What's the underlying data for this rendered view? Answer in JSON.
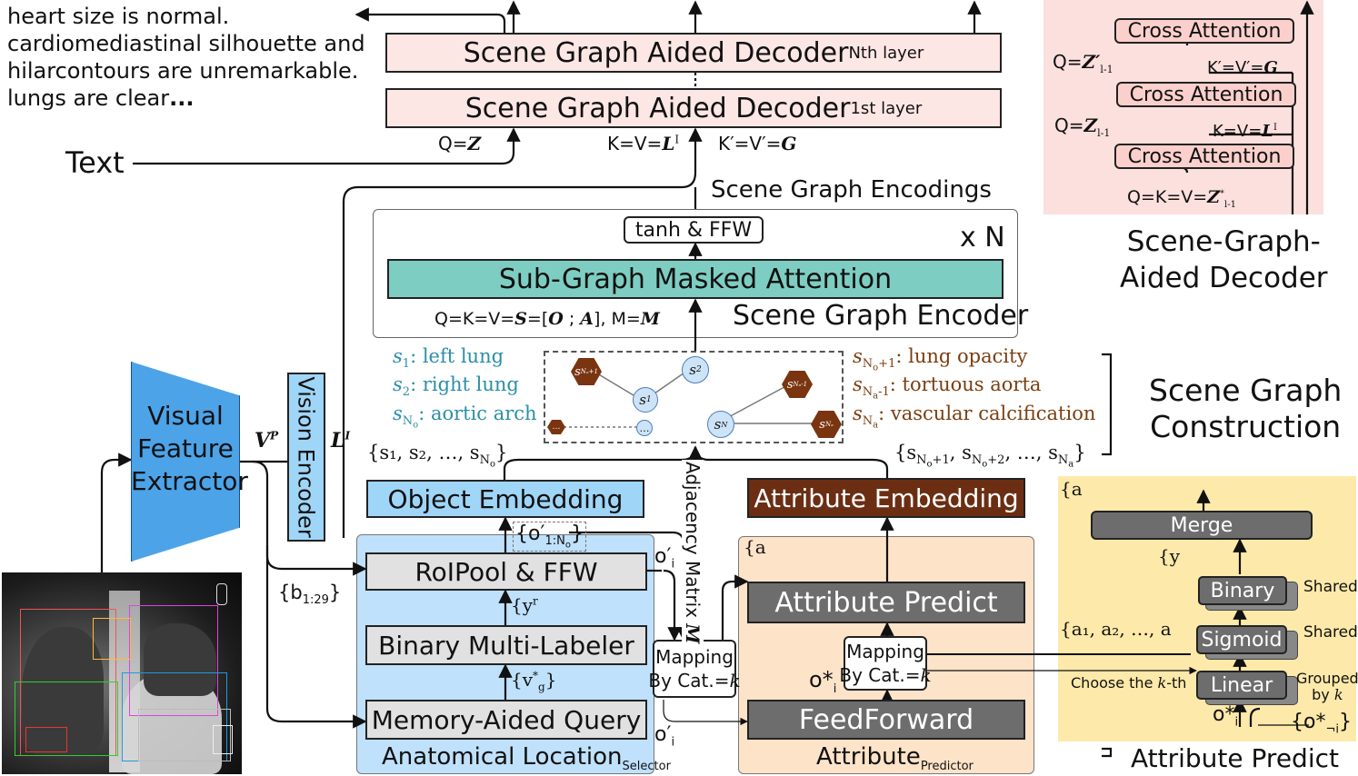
{
  "colors": {
    "decoder_fill": "#fde7e5",
    "encoder_teal": "#7ecdc2",
    "blue_box": "#9fd5f7",
    "blue_panel": "#bfe1fb",
    "attr_panel": "#fde3c8",
    "attr_embed": "#6b2e13",
    "gray_box": "#6d6d6d",
    "light_gray_box": "#e1e1e1",
    "yellow_panel": "#fde9a9",
    "node_blue": "#cde3f7",
    "node_brown": "#7a3410",
    "teal_text": "#2b8fa7",
    "brown_text": "#7a3e10",
    "extractor_blue": "#4ca3e8"
  },
  "report_text": {
    "line1": "heart size is normal.",
    "line2": "cardiomediastinal silhouette and",
    "line3": "hilarcontours are unremarkable.",
    "line4": "lungs are clear",
    "ellipsis": "..."
  },
  "text_label": "Text",
  "decoder": {
    "top_main": "Scene Graph Aided Decoder",
    "top_sub": "Nth layer",
    "bottom_main": "Scene Graph Aided Decoder",
    "bottom_sub": "1st layer",
    "q_label": "Q=",
    "q_sym": "Z",
    "kv_label": "K=V=",
    "kv_sym": "L",
    "kv_sup": "I",
    "kv2_label": "K′=V′=",
    "kv2_sym": "G",
    "encodings_label": "Scene Graph Encodings"
  },
  "encoder": {
    "tanh_label": "tanh & FFW",
    "times_n": "x N",
    "masked_attention": "Sub-Graph Masked Attention",
    "formula_prefix": "Q=K=V=",
    "formula_s": "S",
    "formula_mid": "=[",
    "formula_o": "O",
    "formula_sep": " ; ",
    "formula_a": "A",
    "formula_end": "], M=",
    "formula_m": "M",
    "title": "Scene Graph Encoder"
  },
  "legend_left": [
    {
      "sym": "s",
      "sub": "1",
      "text": ": left lung"
    },
    {
      "sym": "s",
      "sub": "2",
      "text": ": right lung"
    },
    {
      "sym": "s",
      "sub": "N",
      "subsub": "o",
      "text": ": aortic arch"
    }
  ],
  "legend_right": [
    {
      "sym": "s",
      "sub": "N",
      "subsub": "o",
      "sub2": "+1",
      "text": ": lung opacity"
    },
    {
      "sym": "s",
      "sub": "N",
      "subsub": "a",
      "sub2": "-1",
      "text": ": tortuous aorta"
    },
    {
      "sym": "s",
      "sub": "N",
      "subsub": "a",
      "sub2": "",
      "text": ": vascular calcification"
    }
  ],
  "graph_nodes": {
    "s2": "s",
    "s2_sub": "2",
    "s1": "s",
    "s1_sub": "1",
    "dots": "…",
    "sno": "s",
    "sno_sub": "N",
    "hex_a": "s",
    "hex_a_sub": "Nₒ+1",
    "hex_b": "s",
    "hex_b_sub": "Nₐ-1",
    "hex_c": "s",
    "hex_c_sub": "Nₐ",
    "hex_d": "…"
  },
  "set_left": "{s₁, s₂, …, s",
  "set_left_sub": "N",
  "set_left_subsub": "o",
  "set_left_end": "}",
  "set_right": "{s",
  "set_right_a_sub": "N",
  "set_right_a_subsub": "o",
  "set_right_a_end": "+1",
  "set_right_mid": ", s",
  "set_right_b_end": "+2",
  "set_right_tail": ", …, s",
  "set_right_c_subsub": "a",
  "set_right_close": "}",
  "scene_graph_construction": [
    "Scene Graph",
    "Construction"
  ],
  "visual_extractor": [
    "Visual",
    "Feature",
    "Extractor"
  ],
  "vp_label": "V",
  "vp_sup": "P",
  "li_label": "L",
  "li_sup": "I",
  "vision_encoder": "Vision Encoder",
  "b_label": "{b",
  "b_sub": "1:29",
  "b_end": "}",
  "object_embedding": "Object Embedding",
  "o_set": "{o′",
  "o_set_sub": "1:N",
  "o_set_subsub": "o",
  "o_set_end": "}",
  "roipool": "RoIPool & FFW",
  "y_set": "{y",
  "y_set_sup": "r",
  "binary_multi": "Binary Multi-Labeler",
  "v_set": "{v",
  "v_set_sup": "*",
  "v_set_sub": "g",
  "v_set_end": "}",
  "memory_query": "Memory-Aided Query",
  "anatomical": "Anatomical Location",
  "anatomical_sub": "Selector",
  "o_prime_i": "o′",
  "o_prime_i_sub": "i",
  "mapping_line1": "Mapping",
  "mapping_line2": "By Cat.=",
  "mapping_k": "k",
  "adjacency": "Adjacency Matrix",
  "adjacency_m": "M",
  "attribute_embedding": "Attribute Embedding",
  "a_set": "{a",
  "attribute_predict_box": "Attribute Predict",
  "o_star": "o*",
  "o_star_sub": "i",
  "feedforward": "FeedForward",
  "attribute_predictor": "Attribute",
  "attribute_predictor_sub": "Predictor",
  "right_panel": {
    "a_top": "{a",
    "merge": "Merge",
    "y_set": "{y",
    "binary": "Binary",
    "shared1": "Shared",
    "a_set": "{a₁, a₂, …, a",
    "sigmoid": "Sigmoid",
    "shared2": "Shared",
    "choose": "Choose the",
    "choose_k": "k",
    "choose_end": "-th",
    "linear": "Linear",
    "grouped1": "Grouped",
    "grouped2": "by",
    "grouped_k": "k",
    "o_star": "o*",
    "o_star_sub": "i",
    "o_neg": "{o*",
    "o_neg_sub": "¬i",
    "o_neg_end": "}",
    "title": "Attribute Predict"
  },
  "sgad_panel": {
    "cross1": "Cross Attention",
    "cross2": "Cross Attention",
    "cross3": "Cross Attention",
    "q1": "Q=",
    "q1_sym": "Z′",
    "q1_sub": "l-1",
    "kv1": "K′=V′=",
    "kv1_sym": "G",
    "q2": "Q=",
    "q2_sym": "Z",
    "q2_sub": "l-1",
    "kv2": "K=V=",
    "kv2_sym": "L",
    "kv2_sup": "I",
    "q3": "Q=K=V=",
    "q3_sym": "Z",
    "q3_sup": "*",
    "q3_sub": "l-1",
    "title1": "Scene-Graph-",
    "title2": "Aided Decoder"
  }
}
